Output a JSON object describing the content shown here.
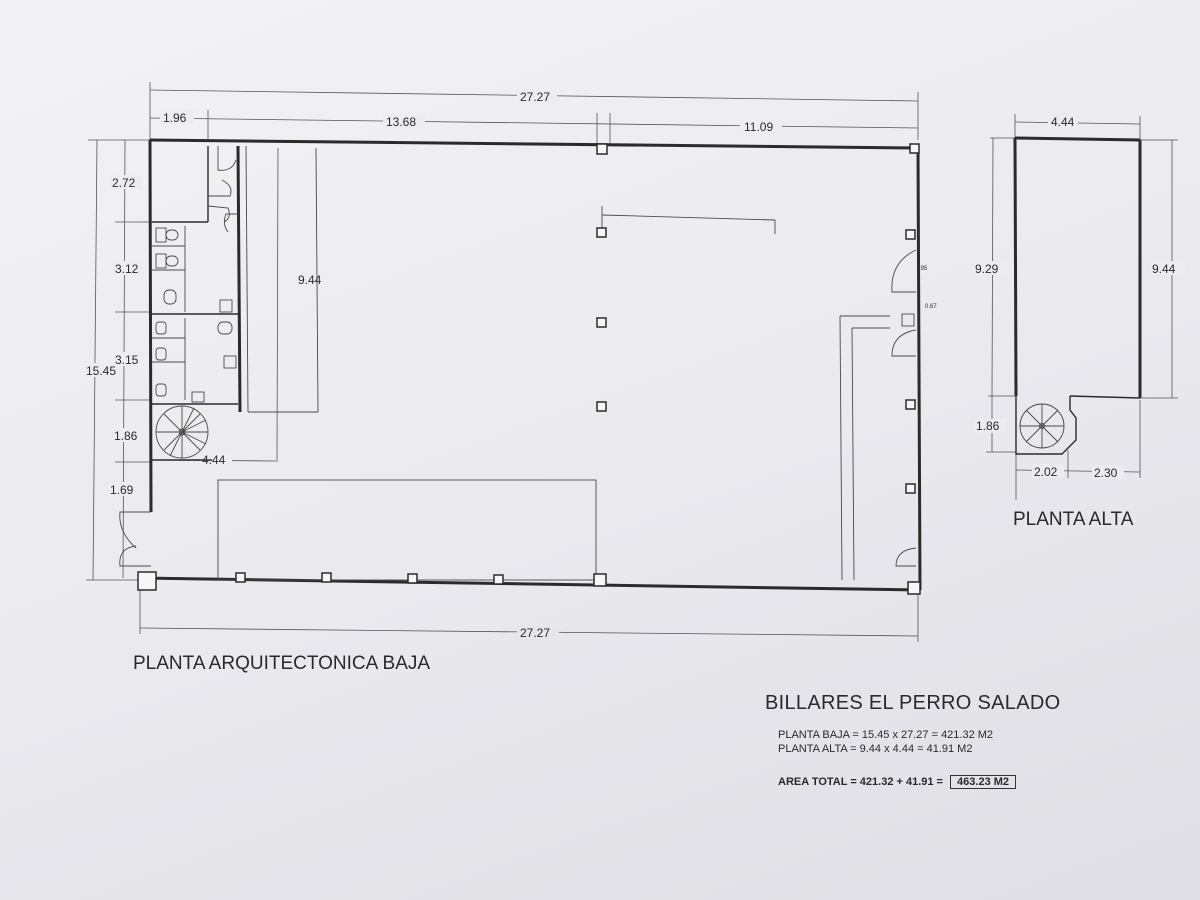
{
  "titles": {
    "planta_baja": "PLANTA ARQUITECTONICA BAJA",
    "planta_alta": "PLANTA ALTA",
    "project": "BILLARES EL PERRO SALADO"
  },
  "dimensions_baja": {
    "overall_top": "27.27",
    "overall_bottom": "27.27",
    "seg_a": "1.96",
    "seg_b": "13.68",
    "seg_c": "11.09",
    "height_total": "15.45",
    "left_1": "2.72",
    "left_2": "3.12",
    "left_3": "3.15",
    "left_4": "1.86",
    "left_5": "1.69",
    "bar_height": "9.44",
    "bar_width": "4.44",
    "door_a": ".95",
    "door_b": "0.67"
  },
  "dimensions_alta": {
    "top": "4.44",
    "left_height": "9.29",
    "right_height": "9.44",
    "stair": "1.86",
    "bottom_a": "2.02",
    "bottom_b": "2.30"
  },
  "area_notes": {
    "baja_line": "PLANTA BAJA =  15.45 x 27.27 =  421.32 M2",
    "alta_line": "PLANTA ALTA =  9.44 x 4.44  =  41.91 M2",
    "total_label": "AREA TOTAL  =   421.32 + 41.91  =",
    "total_value": "463.23  M2"
  }
}
